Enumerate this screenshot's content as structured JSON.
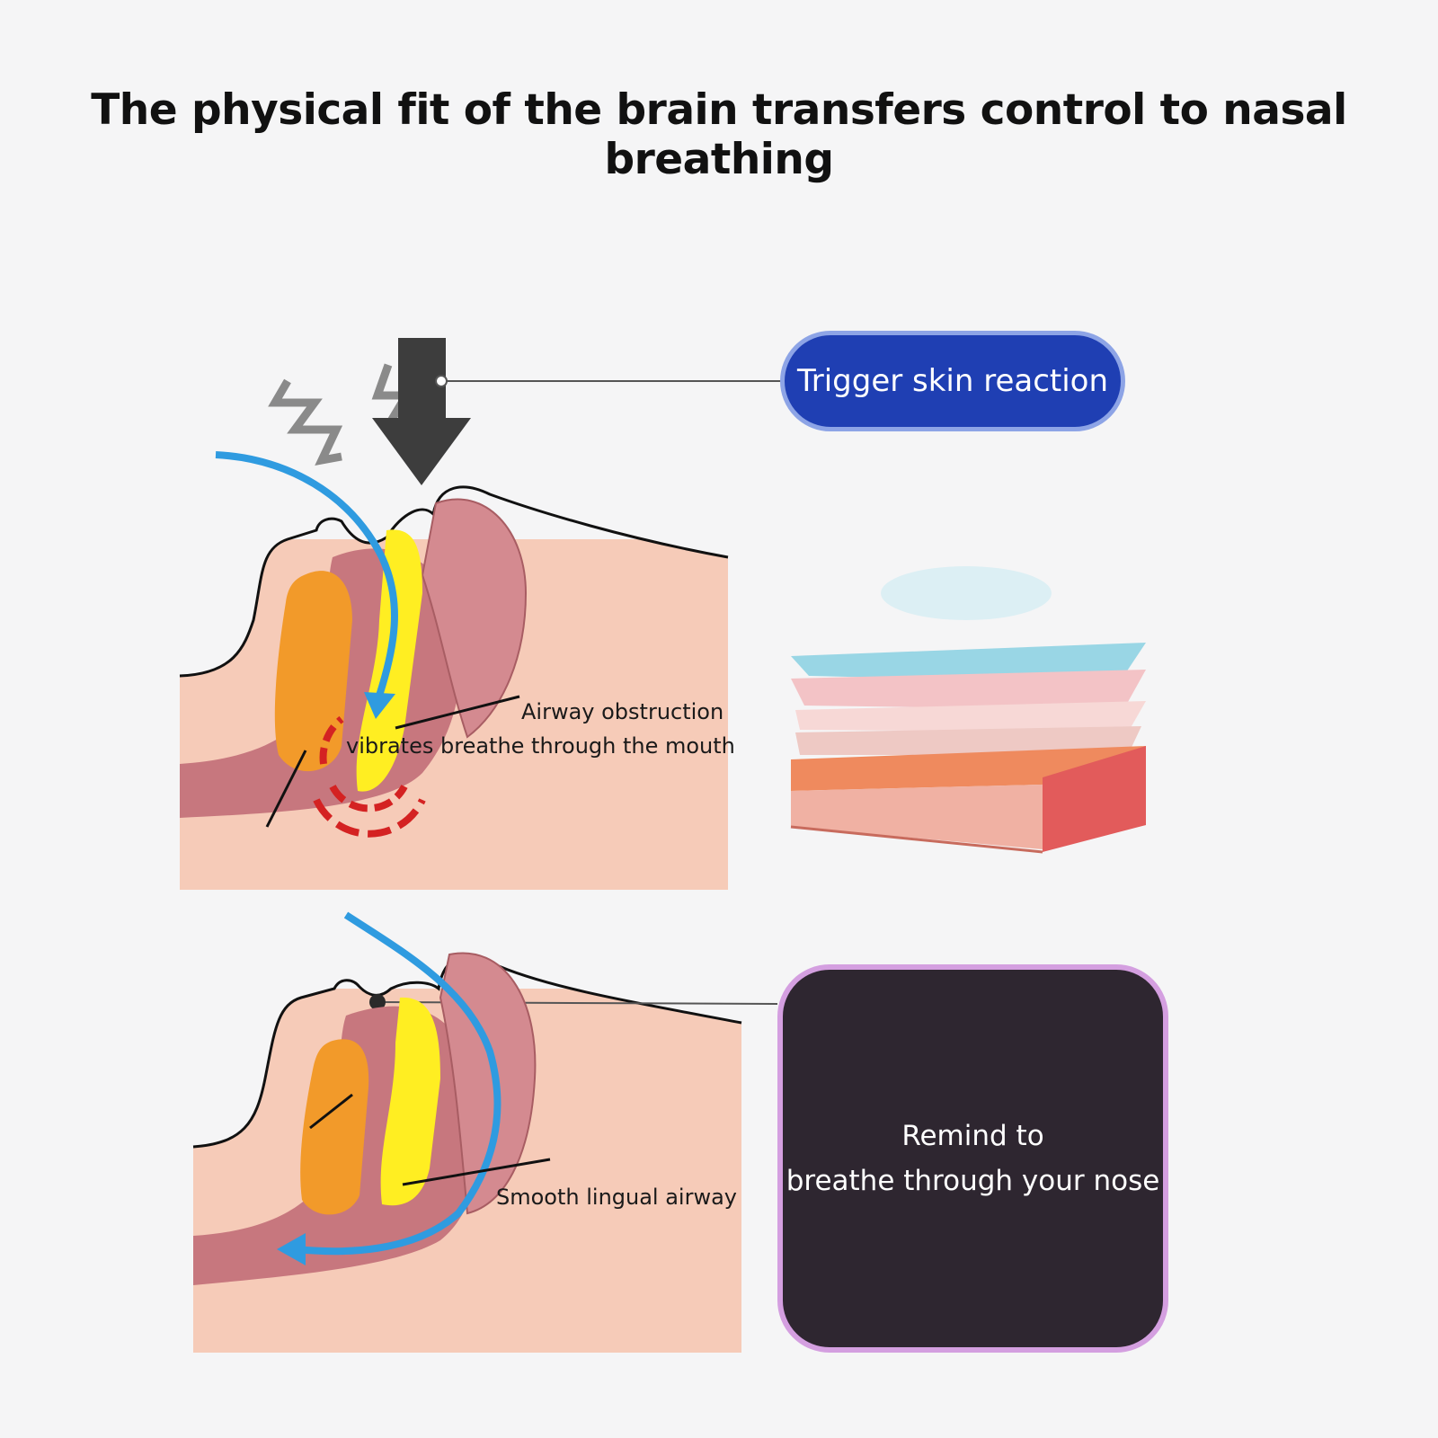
{
  "title": "The physical fit of the brain transfers control to nasal breathing",
  "callouts": {
    "trigger": "Trigger skin reaction",
    "remind_line1": "Remind to",
    "remind_line2": "breathe through your nose"
  },
  "labels": {
    "obstruction_line1": "Airway obstruction",
    "obstruction_line2": "vibrates breathe through the mouth",
    "smooth": "Smooth lingual airway"
  },
  "colors": {
    "skin": "#f6cbb8",
    "tongue": "#f29a2a",
    "soft_palate": "#ffee22",
    "tissue": "#c7777e",
    "airflow": "#2f9be0",
    "pill_fill": "#1f3fb3",
    "box_fill": "#2e2630",
    "box_border": "#d49fe0"
  },
  "icons": [
    "down-arrow-icon",
    "snore-zigzag-icon",
    "vibration-rings-icon",
    "skin-layers-icon"
  ]
}
